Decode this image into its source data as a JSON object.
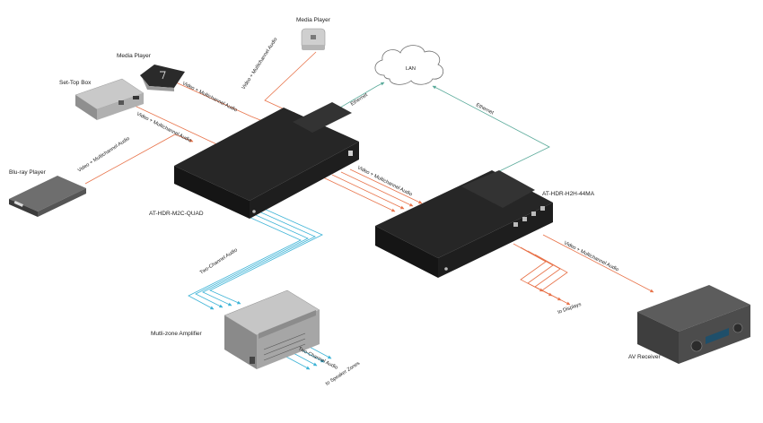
{
  "devices": {
    "media_player_top": "Media Player",
    "media_player_left": "Media Player",
    "set_top_box": "Set-Top Box",
    "bluray_player": "Blu-ray Player",
    "switcher": "AT-HDR-M2C-QUAD",
    "matrix": "AT-HDR-H2H-44MA",
    "amplifier": "Mutli-zone Amplifier",
    "av_receiver": "AV Receiver",
    "lan": "LAN"
  },
  "signals": {
    "video_multichannel_audio": "Video + Multichannel Audio",
    "ethernet": "Ethernet",
    "two_channel_audio": "Two-Channel Audio",
    "to_displays": "to Displays",
    "to_speaker_zones": "to Speaker Zones"
  },
  "colors": {
    "video_audio_line": "#e8734a",
    "network_line": "#5aaa9a",
    "two_channel_line": "#3db3d6",
    "device_dark": "#1c1c1c",
    "device_gray": "#8d8d8d"
  }
}
